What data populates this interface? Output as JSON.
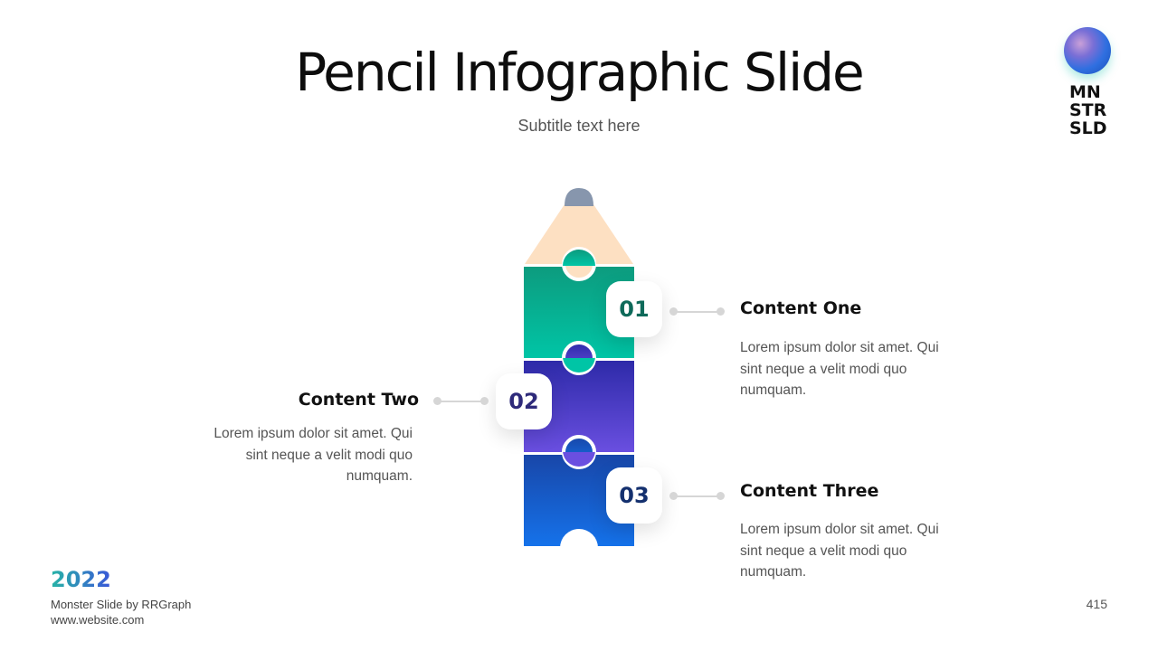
{
  "header": {
    "title": "Pencil Infographic Slide",
    "subtitle": "Subtitle text here"
  },
  "logo": {
    "lines": [
      "MN",
      "STR",
      "SLD"
    ]
  },
  "items": [
    {
      "number": "01",
      "heading": "Content One",
      "body_lines": [
        "Lorem ipsum dolor sit amet. Qui",
        "sint neque  a velit modi quo",
        "numquam."
      ],
      "color": "#0f6a5a"
    },
    {
      "number": "02",
      "heading": "Content Two",
      "body_lines": [
        "Lorem ipsum dolor sit amet. Qui",
        "sint neque  a velit modi quo",
        "numquam."
      ],
      "color": "#2e2a7a"
    },
    {
      "number": "03",
      "heading": "Content Three",
      "body_lines": [
        "Lorem ipsum dolor sit amet. Qui",
        "sint neque  a velit modi quo",
        "numquam."
      ],
      "color": "#14306e"
    }
  ],
  "colors": {
    "segment_1": [
      "#00c5a6",
      "#0d9b7e"
    ],
    "segment_2": [
      "#6a4fe0",
      "#2d2aa8"
    ],
    "segment_3": [
      "#1572ea",
      "#1846a8"
    ],
    "tip_wood": "#fde0c2",
    "tip_lead": "#8796ad"
  },
  "footer": {
    "year": "2022",
    "brand": "Monster Slide  by RRGraph",
    "website": "www.website.com",
    "page_number": "415"
  }
}
